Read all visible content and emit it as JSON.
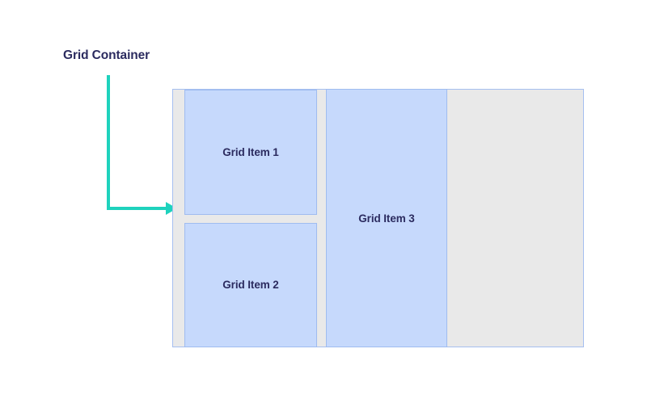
{
  "diagram": {
    "type": "css-grid-illustration",
    "background_color": "#ffffff",
    "annotation": {
      "label": "Grid Container",
      "label_color": "#2b2b5f",
      "arrow_color": "#1ed2bd",
      "arrow_icon": "elbow-arrow-right-icon"
    },
    "container": {
      "name": "Grid Container",
      "background_color": "#e9e9e9",
      "border_color": "#a6bff0",
      "columns": 3,
      "rows": 2
    },
    "items": [
      {
        "label": "Grid Item 1",
        "column": 1,
        "row": 1,
        "row_span": 1,
        "fill_color": "#c6d9fc",
        "border_color": "#9fbcf0"
      },
      {
        "label": "Grid Item 2",
        "column": 1,
        "row": 2,
        "row_span": 1,
        "fill_color": "#c6d9fc",
        "border_color": "#9fbcf0"
      },
      {
        "label": "Grid Item 3",
        "column": 2,
        "row": 1,
        "row_span": 2,
        "fill_color": "#c6d9fc",
        "border_color": "#9fbcf0"
      }
    ],
    "empty_area": {
      "label": "",
      "column": 3,
      "fill_color": "#e9e9e9"
    }
  }
}
